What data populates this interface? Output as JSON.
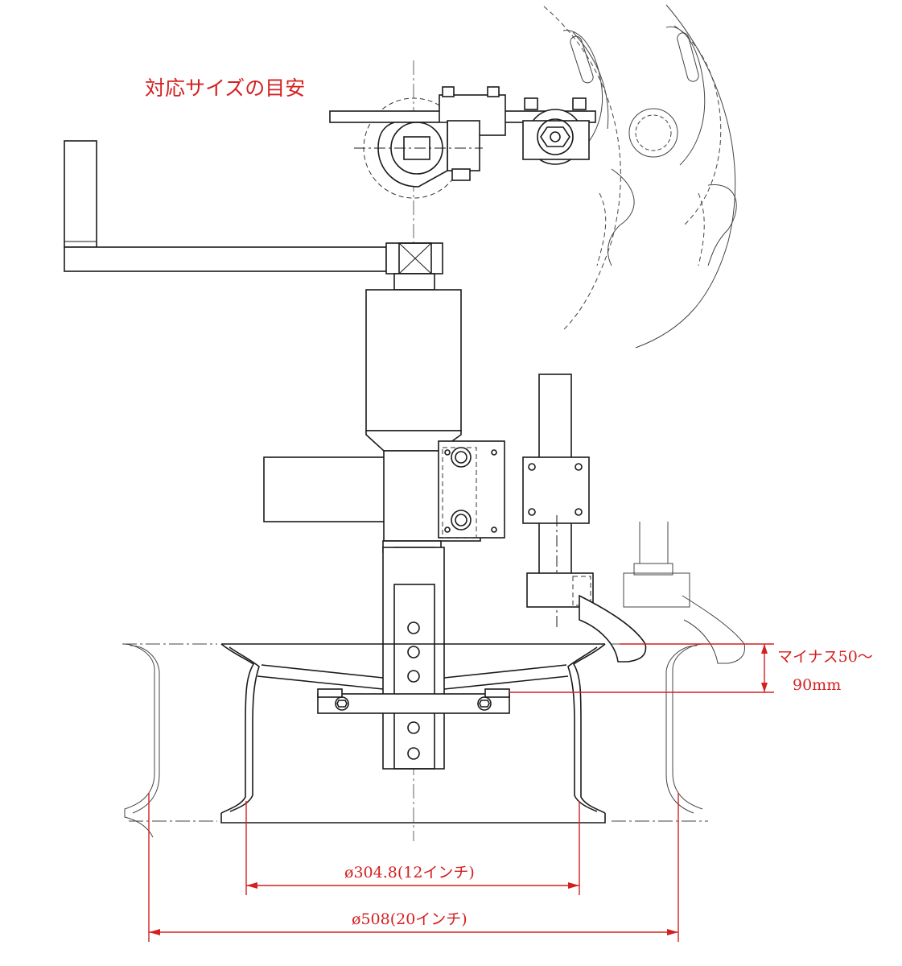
{
  "title": "対応サイズの目安",
  "dimensions": {
    "offset_line1": "マイナス50～",
    "offset_line2": "90mm",
    "small_diameter": "ø304.8(12インチ)",
    "large_diameter": "ø508(20インチ)"
  },
  "colors": {
    "drawing_line": "#1a1a1a",
    "dimension_red": "#d42020",
    "background": "#ffffff"
  }
}
